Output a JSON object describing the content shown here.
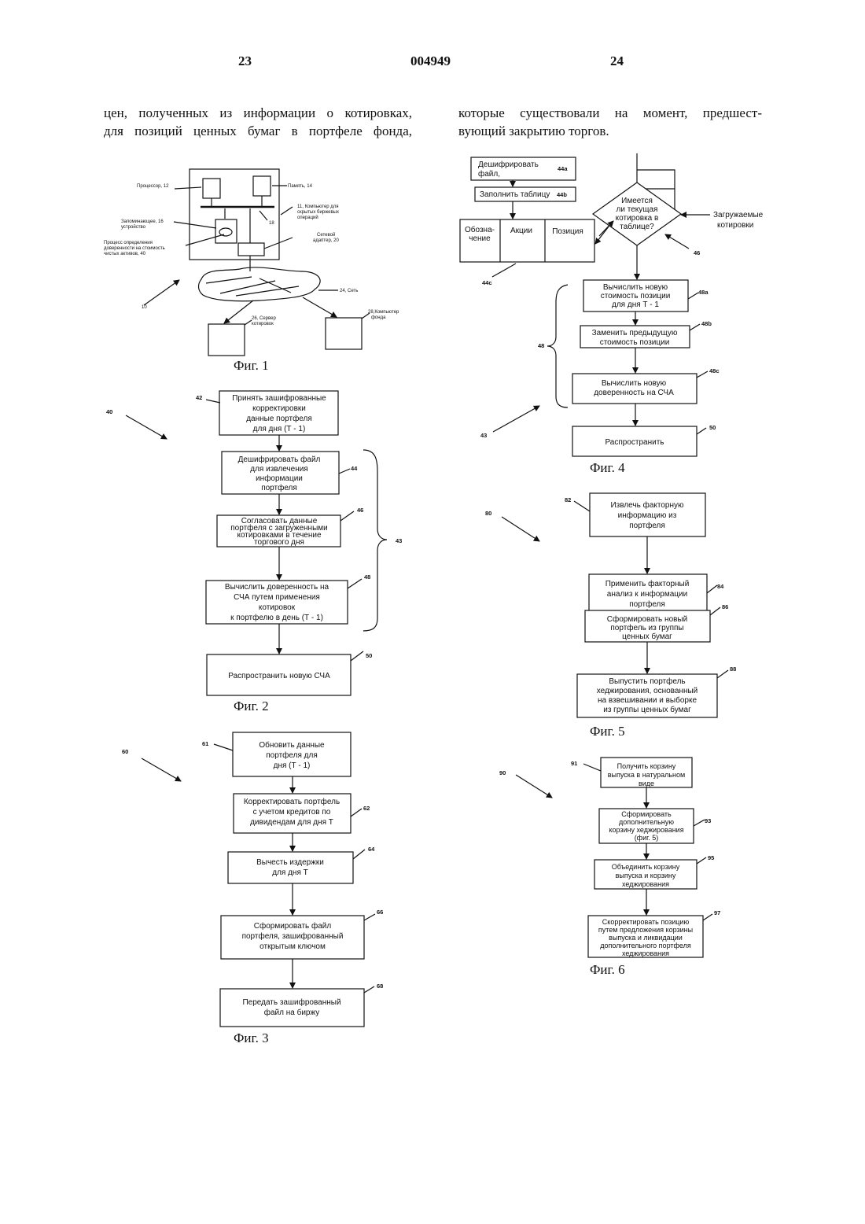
{
  "header": {
    "left_page": "23",
    "patent_no": "004949",
    "right_page": "24"
  },
  "text": {
    "left": [
      "цен, полученных из информации о котировках,",
      "для позиций ценных бумаг в портфеле фонда,"
    ],
    "right": [
      "которые существовали на момент, предшест-",
      "вующий закрытию торгов."
    ]
  },
  "fig1": {
    "caption": "Фиг. 1",
    "labels": {
      "processor": "Процессор, 12",
      "memory": "Память, 14",
      "computer": [
        "11, Компьютер для",
        "скрытых биржевых",
        "операций"
      ],
      "storage": [
        "Запоминающее, 16",
        "устройство"
      ],
      "process": [
        "Процесс определения",
        "доверенности на стоимость",
        "чистых активов, 40"
      ],
      "bus": "18",
      "adapter": [
        "Сетевой",
        "адаптер, 20"
      ],
      "system": "10",
      "network": "24, Сеть",
      "server": [
        "26, Сервер",
        "котировок"
      ],
      "fund": [
        "28,Компьютер",
        "фонда"
      ]
    }
  },
  "fig2": {
    "caption": "Фиг. 2",
    "ref_main": "40",
    "ref_group": "43",
    "steps": [
      {
        "ref": "42",
        "lines": [
          "Принять зашифрованные",
          "корректировки",
          "данные портфеля",
          "для дня (Т - 1)"
        ]
      },
      {
        "ref": "44",
        "lines": [
          "Дешифрировать файл",
          "для извлечения",
          "информации",
          "портфеля"
        ]
      },
      {
        "ref": "46",
        "lines": [
          "Согласовать данные",
          "портфеля с загруженными",
          "котировками в течение",
          "торгового дня"
        ]
      },
      {
        "ref": "48",
        "lines": [
          "Вычислить доверенность на",
          "СЧА путем применения",
          "котировок",
          "к портфелю в день (Т - 1)"
        ]
      },
      {
        "ref": "50",
        "lines": [
          "Распространить новую СЧА"
        ]
      }
    ]
  },
  "fig3": {
    "caption": "Фиг. 3",
    "ref_main": "60",
    "steps": [
      {
        "ref": "61",
        "lines": [
          "Обновить данные",
          "портфеля для",
          "дня (Т - 1)"
        ]
      },
      {
        "ref": "62",
        "lines": [
          "Корректировать портфель",
          "с учетом кредитов по",
          "дивидендам для дня Т"
        ]
      },
      {
        "ref": "64",
        "lines": [
          "Вычесть издержки",
          "для дня Т"
        ]
      },
      {
        "ref": "66",
        "lines": [
          "Сформировать файл",
          "портфеля, зашифрованный",
          "открытым ключом"
        ]
      },
      {
        "ref": "68",
        "lines": [
          "Передать зашифрованный",
          "файл на биржу"
        ]
      }
    ]
  },
  "fig4": {
    "caption": "Фиг. 4",
    "ref_main": "43",
    "ref_group": "48",
    "decrypt": {
      "lines": [
        "Дешифрировать",
        "файл,"
      ],
      "ref": "44a"
    },
    "fill": {
      "text": "Заполнить таблицу",
      "ref": "44b"
    },
    "table_ref": "44c",
    "table_cols": [
      [
        "Обозна-",
        "чение"
      ],
      [
        "Акции"
      ],
      [
        "Позиция"
      ]
    ],
    "decision": {
      "lines": [
        "Имеется",
        "ли текущая",
        "котировка в",
        "таблице?"
      ],
      "ref": "46"
    },
    "loaded": [
      "Загружаемые",
      "котировки"
    ],
    "steps": [
      {
        "ref": "48a",
        "lines": [
          "Вычислить новую",
          "стоимость позиции",
          "для дня Т - 1"
        ]
      },
      {
        "ref": "48b",
        "lines": [
          "Заменить предыдущую",
          "стоимость позиции"
        ]
      },
      {
        "ref": "48c",
        "lines": [
          "Вычислить новую",
          "доверенность на СЧА"
        ]
      },
      {
        "ref": "50",
        "lines": [
          "Распространить"
        ]
      }
    ]
  },
  "fig5": {
    "caption": "Фиг. 5",
    "ref_main": "80",
    "steps": [
      {
        "ref": "82",
        "lines": [
          "Извлечь факторную",
          "информацию из",
          "портфеля"
        ]
      },
      {
        "ref": "84",
        "lines": [
          "Применить факторный",
          "анализ к информации",
          "портфеля"
        ]
      },
      {
        "ref": "86",
        "lines": [
          "Сформировать новый",
          "портфель из группы",
          "ценных бумаг"
        ]
      },
      {
        "ref": "88",
        "lines": [
          "Выпустить портфель",
          "хеджирования, основанный",
          "на взвешивании и выборке",
          "из группы ценных бумаг"
        ]
      }
    ]
  },
  "fig6": {
    "caption": "Фиг. 6",
    "ref_main": "90",
    "steps": [
      {
        "ref": "91",
        "lines": [
          "Получить корзину",
          "выпуска в натуральном",
          "виде"
        ]
      },
      {
        "ref": "93",
        "lines": [
          "Сформировать",
          "дополнительную",
          "корзину хеджирования",
          "(фиг. 5)"
        ]
      },
      {
        "ref": "95",
        "lines": [
          "Объединить корзину",
          "выпуска и корзину",
          "хеджирования"
        ]
      },
      {
        "ref": "97",
        "lines": [
          "Скорректировать позицию",
          "путем предложения корзины",
          "выпуска и ликвидации",
          "дополнительного портфеля",
          "хеджирования"
        ]
      }
    ]
  }
}
